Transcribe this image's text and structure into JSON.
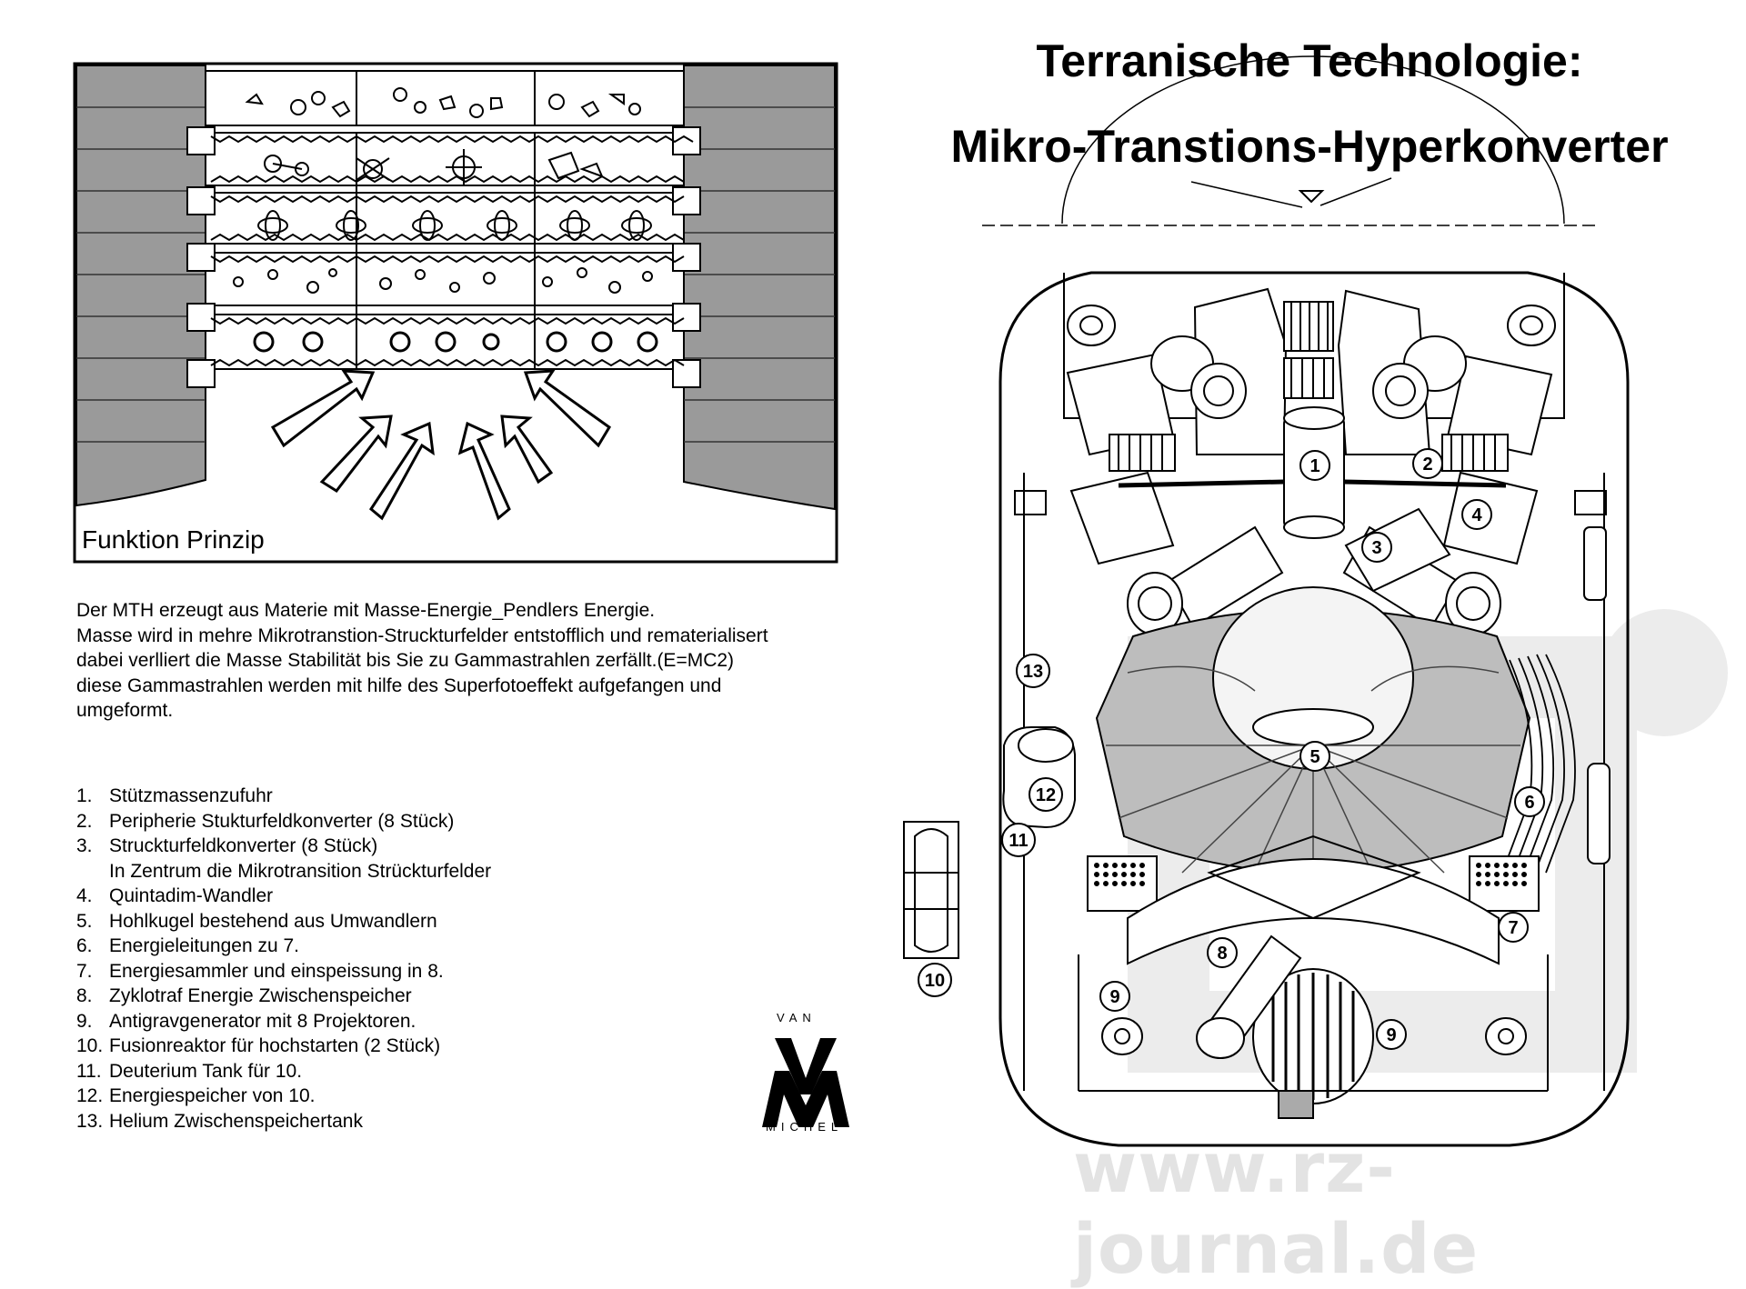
{
  "title": {
    "line1": "Terranische Technologie:",
    "line2": "Mikro-Transtions-Hyperkonverter"
  },
  "principle_panel": {
    "caption": "Funktion Prinzip"
  },
  "description": [
    "Der MTH erzeugt aus Materie mit Masse-Energie_Pendlers Energie.",
    "Masse wird in mehre Mikrotranstion-Struckturfelder entstofflich und rematerialisert",
    "dabei verlliert die Masse Stabilität bis Sie zu Gammastrahlen zerfällt.(E=MC2)",
    "diese Gammastrahlen werden mit hilfe des Superfotoeffekt aufgefangen und",
    "umgeformt."
  ],
  "legend": [
    {
      "num": "1.",
      "text": "Stützmassenzufuhr"
    },
    {
      "num": "2.",
      "text": "Peripherie Stukturfeldkonverter (8 Stück)"
    },
    {
      "num": "3.",
      "text": "Struckturfeldkonverter (8 Stück)"
    },
    {
      "num": "",
      "text": "In Zentrum die Mikrotransition Strückturfelder"
    },
    {
      "num": "4.",
      "text": "Quintadim-Wandler"
    },
    {
      "num": "5.",
      "text": "Hohlkugel bestehend aus Umwandlern"
    },
    {
      "num": "6.",
      "text": "Energieleitungen zu 7."
    },
    {
      "num": "7.",
      "text": "Energiesammler und einspeissung in 8."
    },
    {
      "num": "8.",
      "text": "Zyklotraf Energie Zwischenspeicher"
    },
    {
      "num": "9.",
      "text": "Antigravgenerator mit 8 Projektoren."
    },
    {
      "num": "10.",
      "text": "Fusionreaktor für hochstarten (2 Stück)"
    },
    {
      "num": "11.",
      "text": "Deuterium Tank für 10."
    },
    {
      "num": "12.",
      "text": "Energiespeicher von 10."
    },
    {
      "num": "13.",
      "text": "Helium Zwischenspeichertank"
    }
  ],
  "callouts": [
    "1",
    "2",
    "3",
    "4",
    "5",
    "6",
    "7",
    "8",
    "9",
    "9",
    "10",
    "11",
    "12",
    "13"
  ],
  "logo": {
    "top": "VAN",
    "bottom": "MICHEL"
  },
  "watermark": "www.rz-journal.de",
  "colors": {
    "ink": "#000000",
    "panel_gray": "#9a9a9a",
    "sphere_gray": "#bdbdbd",
    "watermark_gray": "#e3e3e3"
  }
}
